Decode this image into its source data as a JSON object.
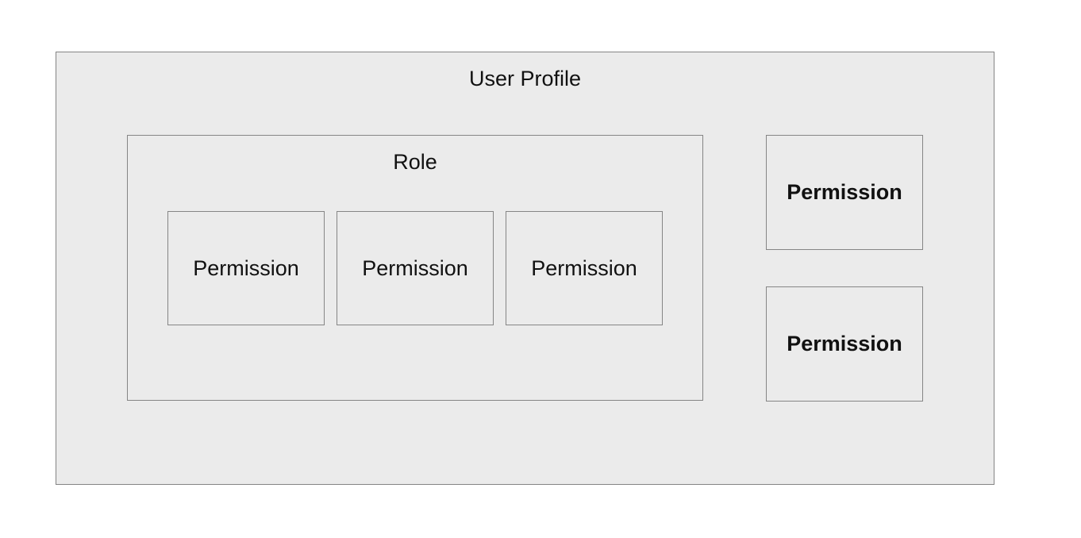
{
  "user_profile": {
    "label": "User Profile",
    "role": {
      "label": "Role",
      "permissions": [
        "Permission",
        "Permission",
        "Permission"
      ]
    },
    "direct_permissions": [
      "Permission",
      "Permission"
    ]
  }
}
